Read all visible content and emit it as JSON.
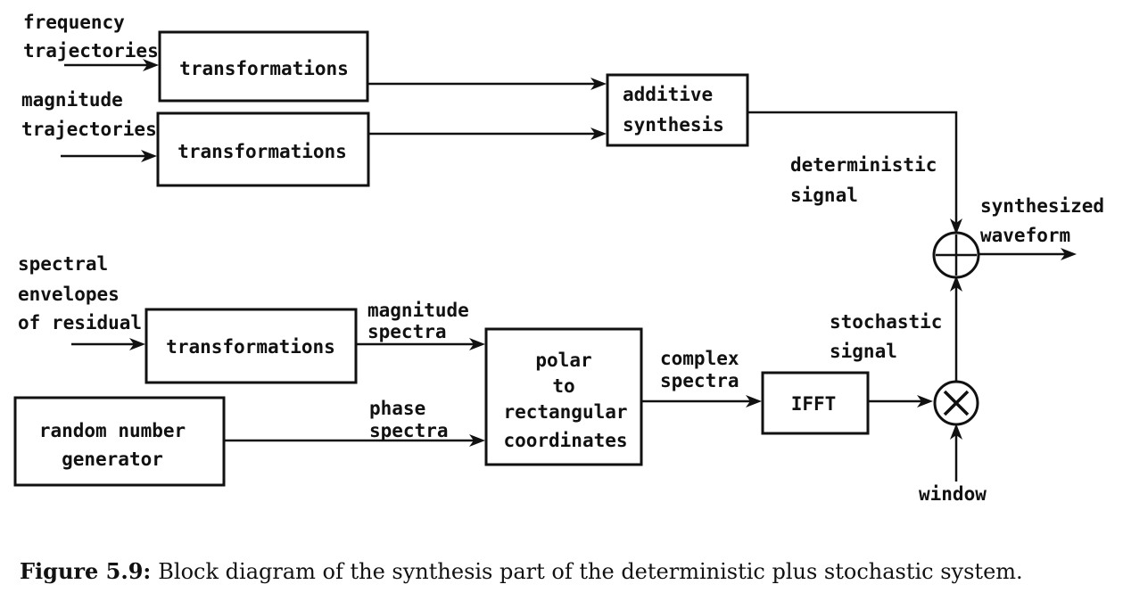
{
  "labels": {
    "freq_l1": "frequency",
    "freq_l2": "trajectories",
    "mag_l1": "magnitude",
    "mag_l2": "trajectories",
    "env_l1": "spectral",
    "env_l2": "envelopes",
    "env_l3": "of residual",
    "det_l1": "deterministic",
    "det_l2": "signal",
    "synth_l1": "synthesized",
    "synth_l2": "waveform",
    "stoch_l1": "stochastic",
    "stoch_l2": "signal",
    "magspec_l1": "magnitude",
    "magspec_l2": "spectra",
    "phase_l1": "phase",
    "phase_l2": "spectra",
    "complex_l1": "complex",
    "complex_l2": "spectra",
    "window": "window"
  },
  "blocks": {
    "transform_freq": "transformations",
    "transform_mag": "transformations",
    "transform_env": "transformations",
    "additive_l1": "additive",
    "additive_l2": "synthesis",
    "random_l1": "random number",
    "random_l2": "generator",
    "polar_l1": "polar",
    "polar_l2": "to",
    "polar_l3": "rectangular",
    "polar_l4": "coordinates",
    "ifft": "IFFT"
  },
  "caption": {
    "label": "Figure 5.9:",
    "text": "Block diagram of the synthesis part of the deterministic plus stochastic system."
  }
}
